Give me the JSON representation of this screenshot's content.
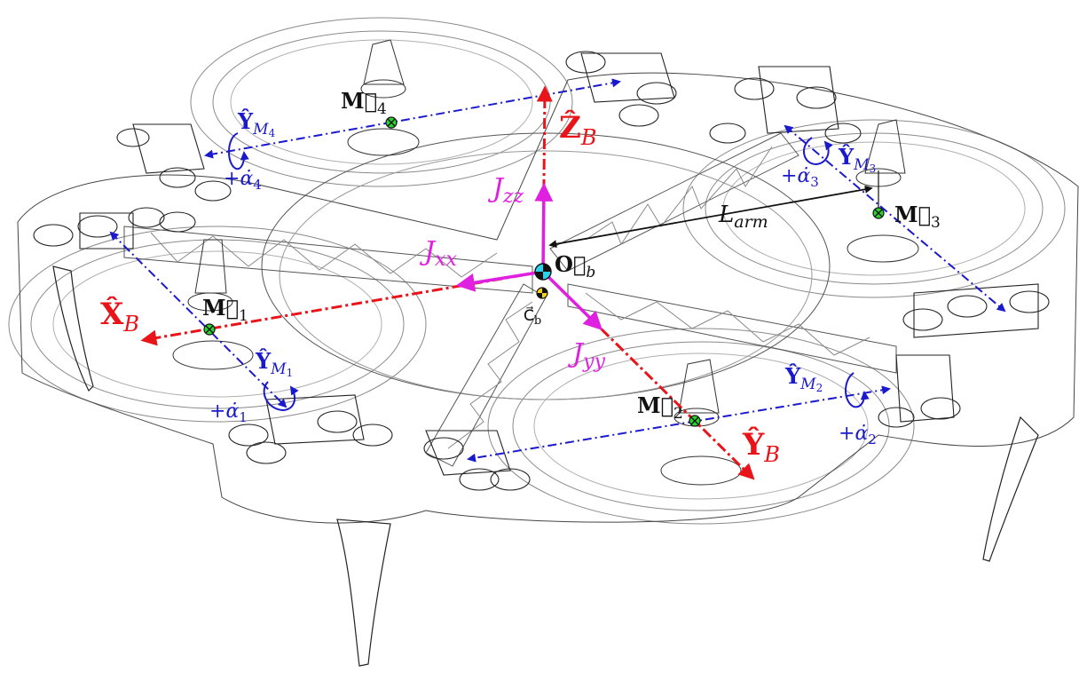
{
  "colors": {
    "red": "#e8141a",
    "magenta": "#e020e0",
    "blue": "#1a1acc",
    "black": "#111111",
    "line_gray": "#8a8a8a",
    "line_dark": "#333333",
    "motor_green": "#29d42f",
    "origin_cyan": "#30d0e8",
    "cog_yellow": "#f2d21a"
  },
  "labels": {
    "xb": {
      "main": "X̂",
      "sub": "B"
    },
    "yb": {
      "main": "Ŷ",
      "sub": "B"
    },
    "zb": {
      "main": "Ẑ",
      "sub": "B"
    },
    "jxx": {
      "main": "J",
      "sub": "xx"
    },
    "jyy": {
      "main": "J",
      "sub": "yy"
    },
    "jzz": {
      "main": "J",
      "sub": "zz"
    },
    "ob": {
      "main": "O⃗",
      "sub": "b"
    },
    "cb": {
      "main": "C⃗",
      "sub": "b"
    },
    "larm": {
      "main": "L",
      "sub": "arm"
    },
    "m1": {
      "main": "M⃗",
      "sub": "1"
    },
    "m2": {
      "main": "M⃗",
      "sub": "2"
    },
    "m3": {
      "main": "M⃗",
      "sub": "3"
    },
    "m4": {
      "main": "M⃗",
      "sub": "4"
    },
    "ym1": {
      "main": "Ŷ",
      "sub": "M",
      "subsub": "1"
    },
    "ym2": {
      "main": "Ŷ",
      "sub": "M",
      "subsub": "2"
    },
    "ym3": {
      "main": "Ŷ",
      "sub": "M",
      "subsub": "3"
    },
    "ym4": {
      "main": "Ŷ",
      "sub": "M",
      "subsub": "4"
    },
    "a1": {
      "prefix": "+",
      "main": "α̇",
      "sub": "1"
    },
    "a2": {
      "prefix": "+",
      "main": "α̇",
      "sub": "2"
    },
    "a3": {
      "prefix": "+",
      "main": "α̇",
      "sub": "3"
    },
    "a4": {
      "prefix": "+",
      "main": "α̇",
      "sub": "4"
    }
  }
}
